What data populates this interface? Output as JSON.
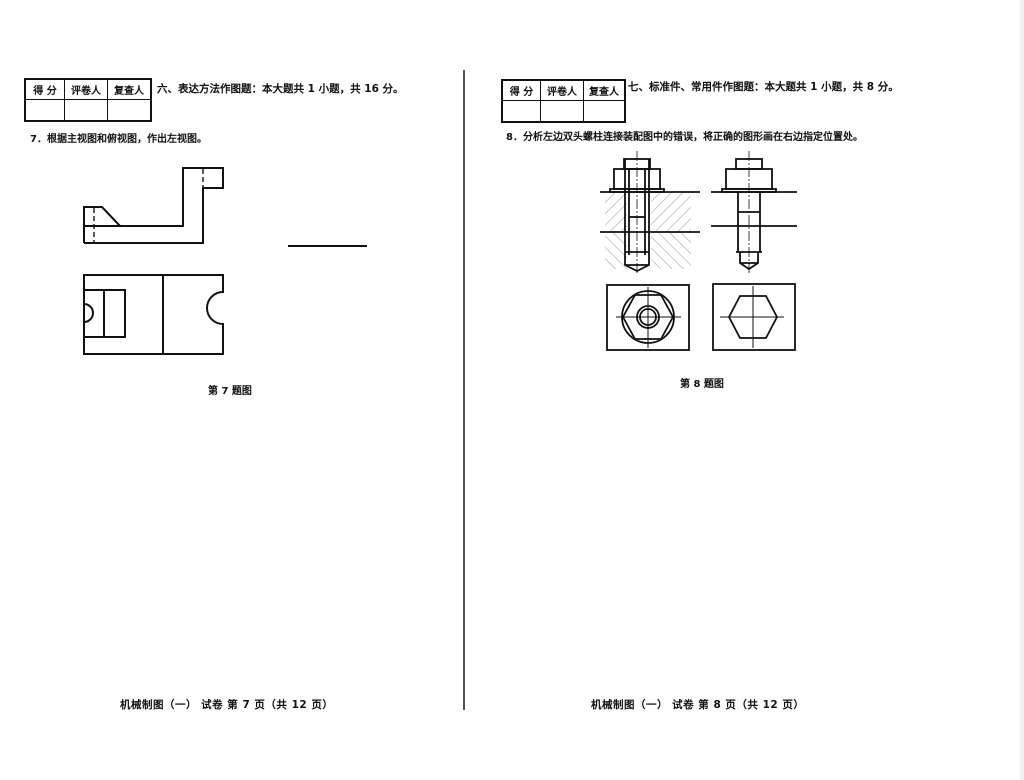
{
  "left_page": {
    "score_table": {
      "headers": [
        "得 分",
        "评卷人",
        "复查人"
      ],
      "values": [
        "",
        "",
        ""
      ]
    },
    "section_title": "六、表达方法作图题：本大题共 1 小题，共 16 分。",
    "question": "7．根据主视图和俯视图，作出左视图。",
    "figure_caption": "第 7 题图",
    "figure_views": [
      "front-view",
      "top-view",
      "left-view-answer-area"
    ],
    "footer": "机械制图（一）  试卷   第 7 页（共 12 页）"
  },
  "right_page": {
    "score_table": {
      "headers": [
        "得 分",
        "评卷人",
        "复查人"
      ],
      "values": [
        "",
        "",
        ""
      ]
    },
    "section_title": "七、标准件、常用件作图题：本大题共 1 小题，共 8 分。",
    "question": "8．分析左边双头螺柱连接装配图中的错误，将正确的图形画在右边指定位置处。",
    "figure_caption": "第 8 题图",
    "figure_views": [
      "stud-assembly-with-errors",
      "stud-assembly-correction-area",
      "top-view-left",
      "top-view-right"
    ],
    "footer": "机械制图（一）  试卷   第 8 页（共 12 页）"
  },
  "colors": {
    "ink": "#111111",
    "paper": "#ffffff",
    "hatch": "#888888",
    "divider": "#555555"
  }
}
